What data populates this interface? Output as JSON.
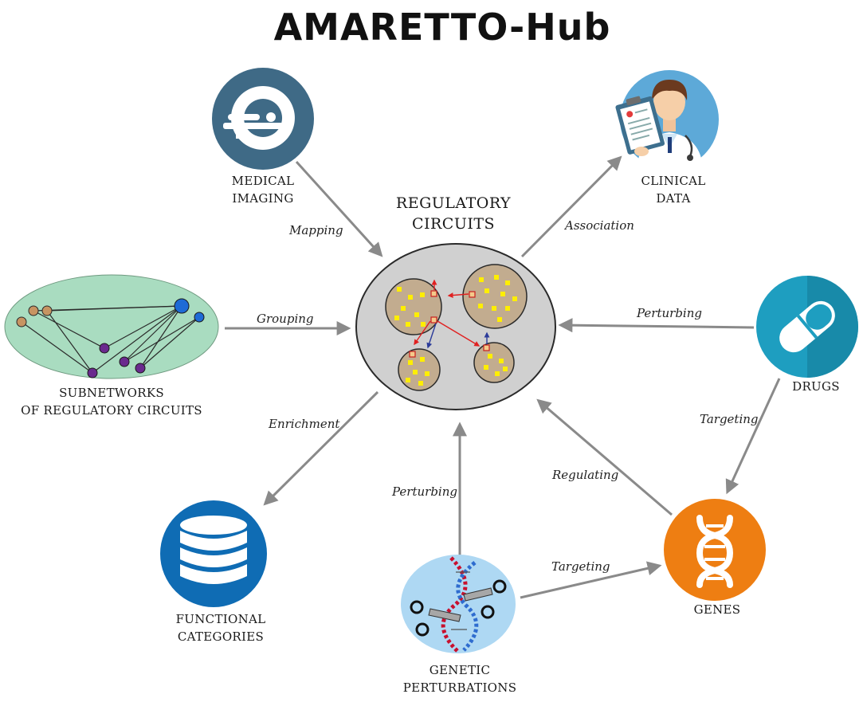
{
  "title": "AMARETTO-Hub",
  "center": {
    "line1": "REGULATORY",
    "line2": "CIRCUITS"
  },
  "nodes": {
    "medical_imaging": {
      "line1": "MEDICAL",
      "line2": "IMAGING"
    },
    "clinical_data": {
      "line1": "CLINICAL",
      "line2": "DATA"
    },
    "subnetworks": {
      "line1": "SUBNETWORKS",
      "line2": "OF REGULATORY CIRCUITS"
    },
    "drugs": {
      "line1": "DRUGS"
    },
    "functional_categories": {
      "line1": "FUNCTIONAL",
      "line2": "CATEGORIES"
    },
    "genes": {
      "line1": "GENES"
    },
    "genetic_perturbations": {
      "line1": "GENETIC",
      "line2": "PERTURBATIONS"
    }
  },
  "edges": {
    "mapping": "Mapping",
    "association": "Association",
    "grouping": "Grouping",
    "perturbing_drugs": "Perturbing",
    "targeting_drugs_genes": "Targeting",
    "enrichment": "Enrichment",
    "perturbing_genetic": "Perturbing",
    "regulating": "Regulating",
    "targeting_genetic_genes": "Targeting"
  },
  "icons": {
    "medical_imaging": "mri-scanner-icon",
    "clinical_data": "doctor-clipboard-icon",
    "subnetworks": "network-graph-icon",
    "drugs": "pill-icon",
    "functional_categories": "database-icon",
    "genes": "dna-icon",
    "genetic_perturbations": "crispr-scissors-icon"
  },
  "colors": {
    "imaging": "#3f6a86",
    "clinical": "#5da9d8",
    "subnetwork_bg": "#a9dcc0",
    "drugs": "#1e9ec0",
    "functional": "#0f6cb4",
    "genes": "#ee7e12",
    "genetic_bg": "#aed8f3",
    "arrow": "#8a8a8a",
    "center_fill": "#d0d0d0"
  }
}
